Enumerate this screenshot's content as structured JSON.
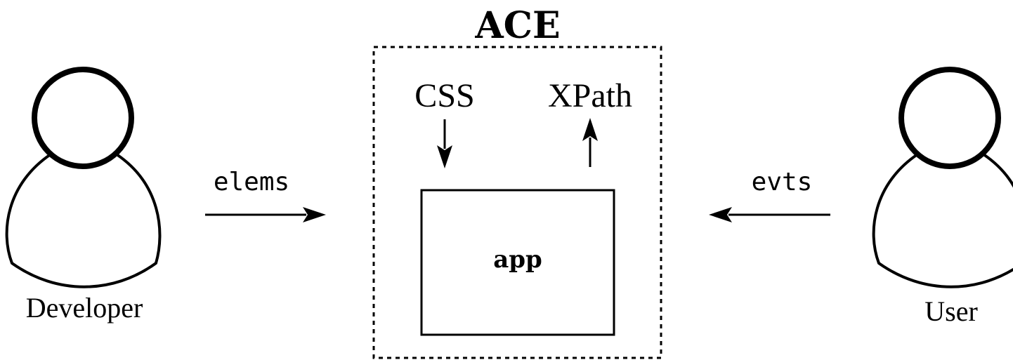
{
  "title": "ACE",
  "actors": {
    "left_label": "Developer",
    "right_label": "User"
  },
  "messages": {
    "left_label": "elems",
    "right_label": "evts"
  },
  "ace_box": {
    "input_label": "CSS",
    "output_label": "XPath",
    "app_label": "app"
  }
}
